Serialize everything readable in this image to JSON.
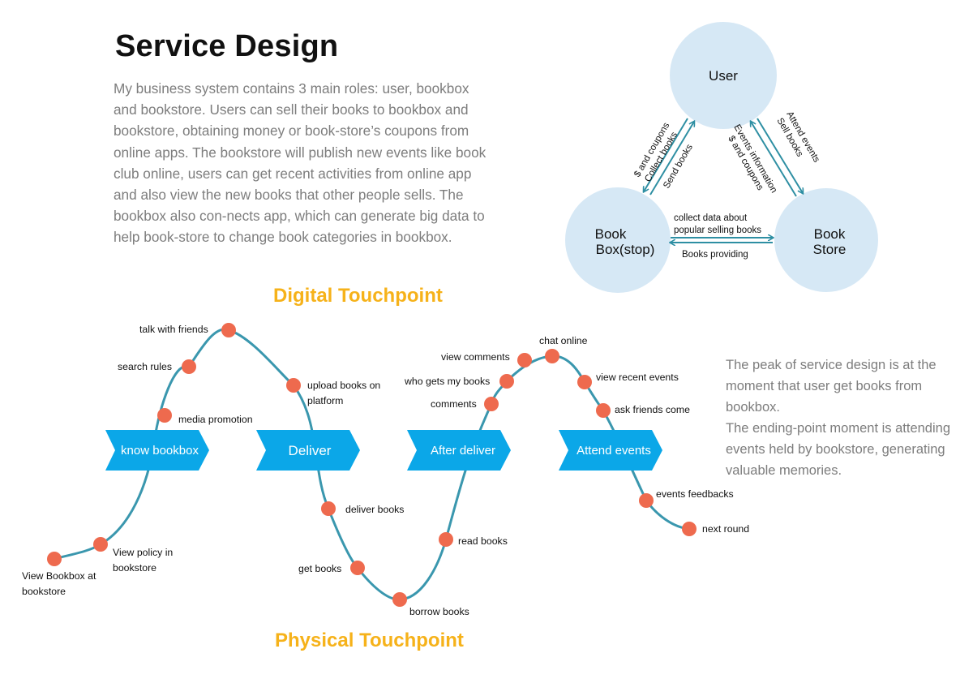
{
  "title": "Service Design",
  "description": "My business system contains 3 main roles: user, bookbox and bookstore. Users can sell their books to bookbox and bookstore, obtaining money or book-store’s coupons from online apps. The bookstore will publish new events like book club online, users can get recent activities from online app and also view the new books that other people sells. The bookbox also con-nects app, which can generate big data to help book-store to change book categories in bookbox.",
  "note": {
    "line1": "The peak of service design is at the",
    "line2": "moment that user get books from",
    "line3": "bookbox.",
    "line4": "The ending-point moment is attending",
    "line5": "events held by bookstore, generating",
    "line6": "valuable memories."
  },
  "digital_label": "Digital Touchpoint",
  "physical_label": "Physical Touchpoint",
  "roles": {
    "user": "User",
    "bookbox_line1": "Book",
    "bookbox_line2": "Box(stop)",
    "bookstore_line1": "Book",
    "bookstore_line2": "Store"
  },
  "flows": {
    "user_bookbox_1": "$ and coupons",
    "user_bookbox_2": "Collect books",
    "user_bookbox_3": "Send books",
    "user_bookstore_1": "Attend events",
    "user_bookstore_2": "Sell books",
    "user_bookstore_3": "Events information",
    "user_bookstore_4": "$ and coupons",
    "bookbox_bookstore_1": "collect data about",
    "bookbox_bookstore_2": "popular selling books",
    "bookstore_bookbox": "Books providing"
  },
  "stages": [
    "know bookbox",
    "Deliver",
    "After deliver",
    "Attend events"
  ],
  "touchpoints": {
    "view_bookbox_1": "View Bookbox at",
    "view_bookbox_2": "bookstore",
    "view_policy_1": "View policy in",
    "view_policy_2": "bookstore",
    "media_promotion": "media promotion",
    "search_rules": "search rules",
    "talk_with_friends": "talk with friends",
    "upload_books_1": "upload books on",
    "upload_books_2": "platform",
    "deliver_books": "deliver books",
    "get_books": "get books",
    "borrow_books": "borrow books",
    "read_books": "read books",
    "comments": "comments",
    "who_gets": "who gets my books",
    "view_comments": "view comments",
    "chat_online": "chat online",
    "view_recent_events": "view recent events",
    "ask_friends": "ask friends come",
    "events_feedbacks": "events feedbacks",
    "next_round": "next round"
  },
  "colors": {
    "circle": "#d6e8f5",
    "arrow": "#2e8fa3",
    "curve": "#3a97ae",
    "dot": "#ee6a4e",
    "stage": "#0ba7e8",
    "section": "#f6b21a"
  }
}
